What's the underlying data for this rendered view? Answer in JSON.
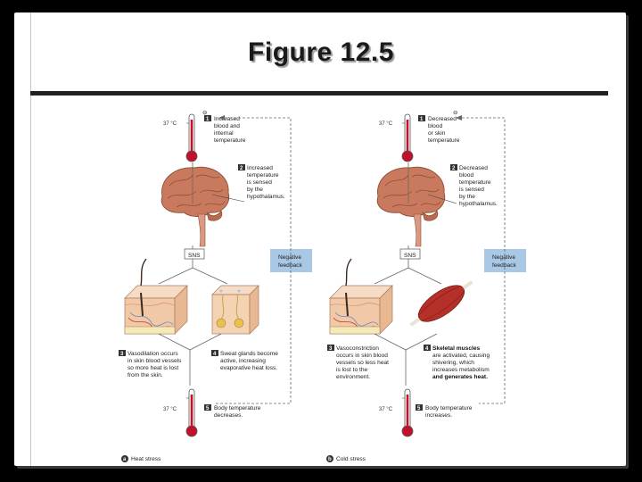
{
  "title": "Figure 12.5",
  "temp_label": "37 °C",
  "minus_symbol": "⊖",
  "sns": "SNS",
  "feedback": [
    "Negative",
    "feedback"
  ],
  "heat": {
    "caption_letter": "a",
    "caption": "Heat stress",
    "steps": [
      {
        "n": "1",
        "lines": [
          "Increased",
          "blood and",
          "internal",
          "temperature"
        ]
      },
      {
        "n": "2",
        "lines": [
          "Increased",
          "temperature",
          "is sensed",
          "by the",
          "hypothalamus."
        ]
      },
      {
        "n": "3",
        "lines": [
          "Vasodilation occurs",
          "in skin blood vessels",
          "so more heat is lost",
          "from the skin."
        ]
      },
      {
        "n": "4",
        "lines": [
          "Sweat glands become",
          "active, increasing",
          "evaporative heat loss."
        ]
      },
      {
        "n": "5",
        "lines": [
          "Body temperature",
          "decreases."
        ]
      }
    ]
  },
  "cold": {
    "caption_letter": "b",
    "caption": "Cold stress",
    "steps": [
      {
        "n": "1",
        "lines": [
          "Decreased",
          "blood",
          "or skin",
          "temperature"
        ]
      },
      {
        "n": "2",
        "lines": [
          "Decreased",
          "blood",
          "temperature",
          "is sensed",
          "by the",
          "hypothalamus."
        ]
      },
      {
        "n": "3",
        "lines": [
          "Vasoconstriction",
          "occurs in skin blood",
          "vessels so less heat",
          "is lost to the",
          "environment."
        ]
      },
      {
        "n": "4",
        "lines": [
          "Skeletal muscles",
          "are activated, causing",
          "shivering, which",
          "increases metabolism",
          "and generates heat."
        ]
      },
      {
        "n": "5",
        "lines": [
          "Body temperature",
          "increases."
        ]
      }
    ]
  },
  "colors": {
    "brain": "#c97a5e",
    "skin": "#f1c9a6",
    "muscle": "#b6302a",
    "feedback_box": "#a9c8e6",
    "mercury": "#c0122b",
    "number_box": "#333333"
  }
}
